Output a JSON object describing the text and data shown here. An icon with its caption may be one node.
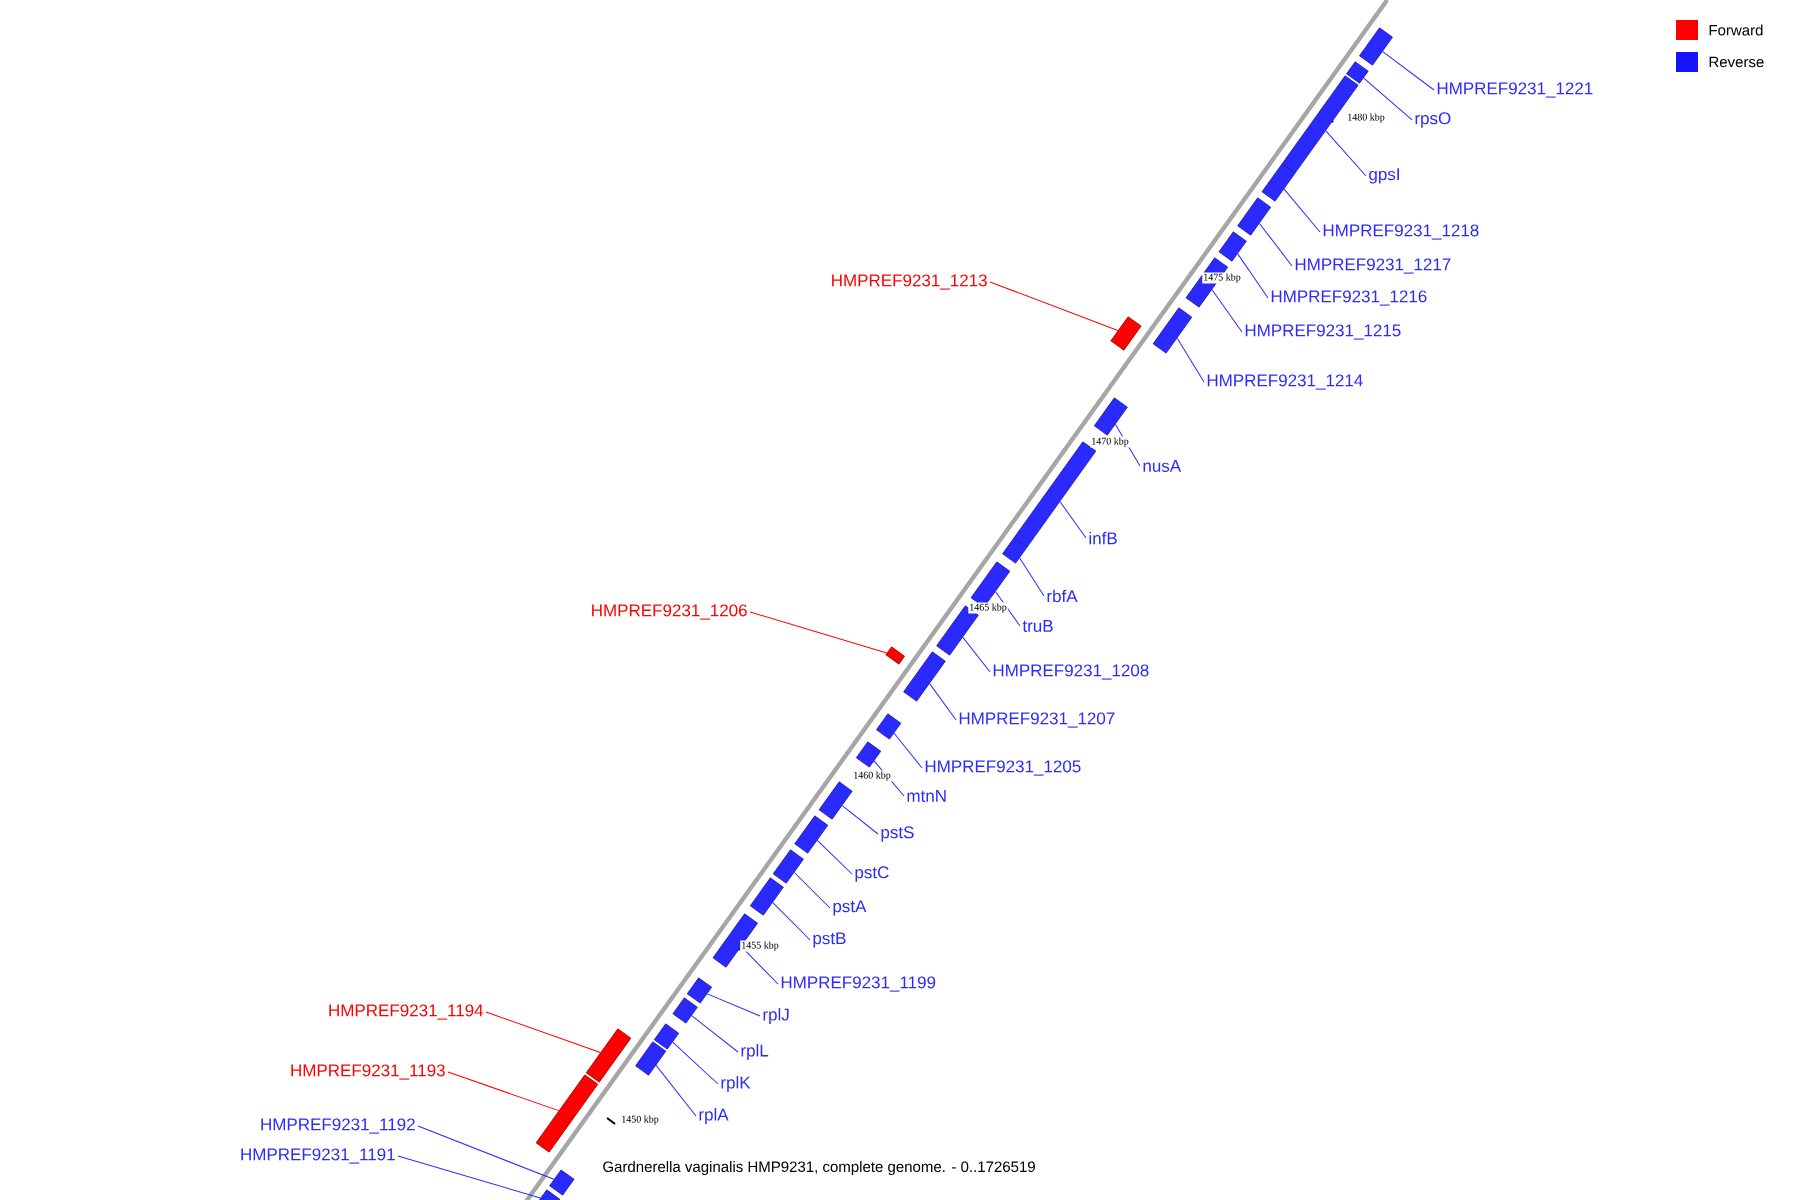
{
  "diagram": {
    "caption": "Gardnerella vaginalis HMP9231, complete genome. - 0..1726519",
    "nodes": [
      {
        "text": [
          "HMPREF9231_1221"
        ]
      },
      {
        "text": [
          "rpsO"
        ]
      },
      {
        "text": [
          "gpsI"
        ]
      },
      {
        "text": [
          "HMPREF9231_1218"
        ]
      },
      {
        "text": [
          "HMPREF9231_1217"
        ]
      },
      {
        "text": [
          "HMPREF9231_1216"
        ]
      },
      {
        "text": [
          "HMPREF9231_1215"
        ]
      },
      {
        "text": [
          "HMPREF9231_1214"
        ]
      },
      {
        "text": [
          "HMPREF9231_1213"
        ]
      },
      {
        "text": [
          "nusA"
        ]
      },
      {
        "text": [
          "infB"
        ]
      },
      {
        "text": [
          "rbfA"
        ]
      },
      {
        "text": [
          "truB"
        ]
      },
      {
        "text": [
          "HMPREF9231_1208"
        ]
      },
      {
        "text": [
          "HMPREF9231_1206"
        ]
      },
      {
        "text": [
          "HMPREF9231_1207"
        ]
      },
      {
        "text": [
          "HMPREF9231_1205"
        ]
      },
      {
        "text": [
          "mtnN"
        ]
      },
      {
        "text": [
          "pstS"
        ]
      },
      {
        "text": [
          "pstC"
        ]
      },
      {
        "text": [
          "pstA"
        ]
      },
      {
        "text": [
          "pstB"
        ]
      },
      {
        "text": [
          "HMPREF9231_1199"
        ]
      },
      {
        "text": [
          "rplJ"
        ]
      },
      {
        "text": [
          "rplL"
        ]
      },
      {
        "text": [
          "rplK"
        ]
      },
      {
        "text": [
          "rplA"
        ]
      },
      {
        "text": [
          "HMPREF9231_1194"
        ]
      },
      {
        "text": [
          "HMPREF9231_1193"
        ]
      },
      {
        "text": [
          "HMPREF9231_1192"
        ]
      },
      {
        "text": [
          "HMPREF9231_1191"
        ]
      },
      {
        "text": [],
        "shape": "box"
      },
      {
        "text": [],
        "shape": "box"
      },
      {
        "text": [],
        "shape": "box"
      },
      {
        "text": [],
        "shape": "box"
      },
      {
        "text": [],
        "shape": "box"
      },
      {
        "text": [],
        "shape": "box"
      },
      {
        "text": [],
        "shape": "box"
      },
      {
        "text": [],
        "shape": "box"
      },
      {
        "text": [],
        "shape": "box"
      },
      {
        "text": [],
        "shape": "box"
      },
      {
        "text": [],
        "shape": "box"
      },
      {
        "text": [],
        "shape": "box"
      },
      {
        "text": [],
        "shape": "box"
      },
      {
        "text": [],
        "shape": "box"
      },
      {
        "text": [],
        "shape": "box"
      },
      {
        "text": [],
        "shape": "box"
      },
      {
        "text": [],
        "shape": "box"
      },
      {
        "text": [],
        "shape": "box"
      },
      {
        "text": [],
        "shape": "box"
      },
      {
        "text": [],
        "shape": "box"
      },
      {
        "text": [],
        "shape": "box"
      },
      {
        "text": [],
        "shape": "box"
      },
      {
        "text": [],
        "shape": "box"
      },
      {
        "text": [],
        "shape": "box"
      },
      {
        "text": [],
        "shape": "box"
      },
      {
        "text": [],
        "shape": "box"
      },
      {
        "text": [],
        "shape": "box"
      },
      {
        "text": [],
        "shape": "box"
      },
      {
        "text": [],
        "shape": "box"
      },
      {
        "text": [],
        "shape": "box"
      },
      {
        "text": [],
        "shape": "box"
      }
    ],
    "edges": [
      {
        "from": 0,
        "to": 31,
        "arrow": "none"
      },
      {
        "from": 1,
        "to": 32,
        "arrow": "none"
      },
      {
        "from": 2,
        "to": 33,
        "arrow": "none"
      },
      {
        "from": 3,
        "to": 34,
        "arrow": "none"
      },
      {
        "from": 4,
        "to": 35,
        "arrow": "none"
      },
      {
        "from": 5,
        "to": 36,
        "arrow": "none"
      },
      {
        "from": 6,
        "to": 37,
        "arrow": "none"
      },
      {
        "from": 7,
        "to": 38,
        "arrow": "none"
      },
      {
        "from": 8,
        "to": 39,
        "arrow": "none",
        "color": "#ff0000"
      },
      {
        "from": 9,
        "to": 40,
        "arrow": "none"
      },
      {
        "from": 10,
        "to": 41,
        "arrow": "none"
      },
      {
        "from": 11,
        "to": 42,
        "arrow": "none"
      },
      {
        "from": 12,
        "to": 43,
        "arrow": "none"
      },
      {
        "from": 13,
        "to": 44,
        "arrow": "none"
      },
      {
        "from": 14,
        "to": 45,
        "arrow": "none",
        "color": "#ff0000"
      },
      {
        "from": 15,
        "to": 46,
        "arrow": "none"
      },
      {
        "from": 16,
        "to": 47,
        "arrow": "none"
      },
      {
        "from": 17,
        "to": 48,
        "arrow": "none"
      },
      {
        "from": 18,
        "to": 49,
        "arrow": "none"
      },
      {
        "from": 19,
        "to": 50,
        "arrow": "none"
      },
      {
        "from": 20,
        "to": 51,
        "arrow": "none"
      },
      {
        "from": 21,
        "to": 52,
        "arrow": "none"
      },
      {
        "from": 22,
        "to": 53,
        "arrow": "none"
      },
      {
        "from": 23,
        "to": 54,
        "arrow": "none"
      },
      {
        "from": 24,
        "to": 55,
        "arrow": "none"
      },
      {
        "from": 25,
        "to": 56,
        "arrow": "none"
      },
      {
        "from": 26,
        "to": 57,
        "arrow": "none"
      },
      {
        "from": 27,
        "to": 58,
        "arrow": "none",
        "color": "#ff0000"
      },
      {
        "from": 28,
        "to": 59,
        "arrow": "none",
        "color": "#ff0000"
      },
      {
        "from": 29,
        "to": 60,
        "arrow": "none"
      },
      {
        "from": 30,
        "to": 61,
        "arrow": "none"
      }
    ],
    "labels": [
      "1480 kbp",
      "1475 kbp",
      "1470 kbp",
      "1465 kbp",
      "1460 kbp",
      "1455 kbp",
      "1450 kbp"
    ],
    "legend": [
      {
        "text": "Forward",
        "color": "#ff0000"
      },
      {
        "text": "Reverse",
        "color": "#1414ff"
      }
    ]
  }
}
